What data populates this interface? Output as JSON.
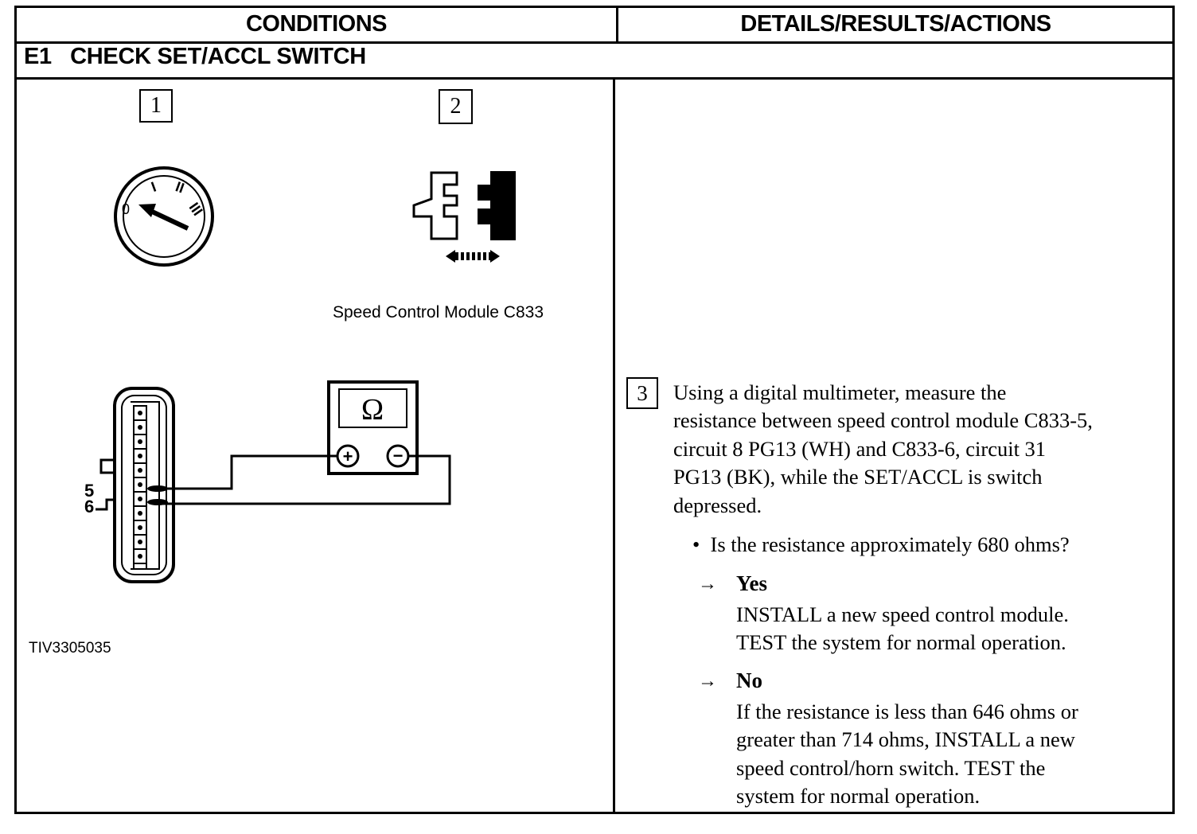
{
  "header": {
    "conditions": "CONDITIONS",
    "details": "DETAILS/RESULTS/ACTIONS"
  },
  "section": {
    "title": "E1   CHECK SET/ACCL SWITCH"
  },
  "conditions": {
    "step1": "1",
    "step2": "2",
    "ignition_marks": [
      "0",
      "I",
      "II",
      "III"
    ],
    "module_caption": "Speed Control Module C833",
    "pins": [
      "5",
      "6"
    ],
    "meter_symbol": "Ω",
    "meter_plus": "+",
    "meter_minus": "−",
    "figure_id": "TIV3305035"
  },
  "details": {
    "step": "3",
    "instruction": [
      "Using a digital multimeter, measure the",
      "resistance between speed control module C833-5,",
      "circuit 8 PG13 (WH) and C833-6, circuit 31",
      "PG13 (BK), while the SET/ACCL is switch",
      "depressed."
    ],
    "question": "Is the resistance approximately 680 ohms?",
    "yes": {
      "arrow": "→",
      "label": "Yes",
      "lines": [
        "INSTALL a new speed control module.",
        "TEST the system for normal operation."
      ]
    },
    "no": {
      "arrow": "→",
      "label": "No",
      "lines": [
        "If the resistance is less than 646 ohms or",
        "greater than 714 ohms, INSTALL a new",
        "speed control/horn switch. TEST the",
        "system for normal operation."
      ]
    }
  }
}
